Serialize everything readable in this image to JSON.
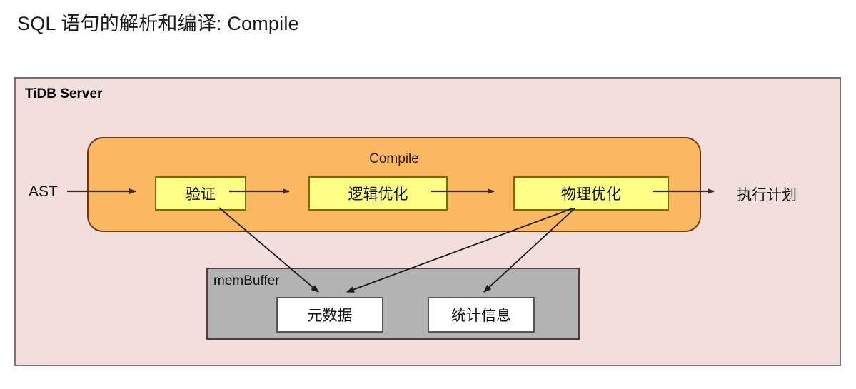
{
  "page": {
    "title": "SQL 语句的解析和编译: Compile"
  },
  "diagram": {
    "outer_container": {
      "label": "TiDB Server",
      "background_color": "#f2dfdc",
      "border_color": "#7f7173"
    },
    "compile_group": {
      "label": "Compile",
      "background_color": "#fbb862",
      "border_color": "#6a3a18"
    },
    "stages": [
      {
        "id": "validate",
        "label": "验证"
      },
      {
        "id": "logical-optimize",
        "label": "逻辑优化"
      },
      {
        "id": "physical-optimize",
        "label": "物理优化"
      }
    ],
    "stage_box_color": "#ffff88",
    "membuffer": {
      "label": "memBuffer",
      "background_color": "#b3b3b3",
      "border_color": "#4d4044",
      "stores": [
        {
          "id": "metadata",
          "label": "元数据"
        },
        {
          "id": "statistics",
          "label": "统计信息"
        }
      ]
    },
    "endpoints": {
      "input_label": "AST",
      "output_label": "执行计划"
    },
    "flow_arrows": [
      {
        "from": "AST",
        "to": "验证"
      },
      {
        "from": "验证",
        "to": "逻辑优化"
      },
      {
        "from": "逻辑优化",
        "to": "物理优化"
      },
      {
        "from": "物理优化",
        "to": "执行计划"
      },
      {
        "from": "验证",
        "to": "元数据"
      },
      {
        "from": "物理优化",
        "to": "元数据"
      },
      {
        "from": "物理优化",
        "to": "统计信息"
      }
    ]
  }
}
